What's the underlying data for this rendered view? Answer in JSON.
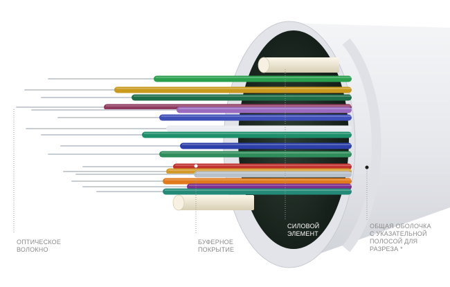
{
  "labels": {
    "optical_fiber": "ОПТИЧЕСКОЕ\nВОЛОКНО",
    "buffer_coating": "БУФЕРНОЕ\nПОКРЫТИЕ",
    "strength_member": "СИЛОВОЙ\nЭЛЕМЕНТ",
    "outer_jacket": "ОБЩАЯ ОБОЛОЧКА\nС УКАЗАТЕЛЬНОЙ\nПОЛОСОЙ ДЛЯ\nРАЗРЕЗА *"
  },
  "colors": {
    "jacket": "#e9eaee",
    "jacket_shadow": "#c9cbd1",
    "interior": "#1c2a22",
    "strength_member": "#f1ead6",
    "leader_line": "#9a9a9a",
    "bare_fiber": "#c8cdd3"
  },
  "buffer_colors": [
    "#2aa04e",
    "#c99a1e",
    "#1f6e4a",
    "#8e3a5e",
    "#9b6bc0",
    "#3f4fb8",
    "#e8ebef",
    "#1d8f6a",
    "#2d3fa8",
    "#2e8d5b",
    "#c0302c",
    "#d39a2a",
    "#e07a1a",
    "#7a2f8f",
    "#238a78",
    "#b8c1ca"
  ]
}
